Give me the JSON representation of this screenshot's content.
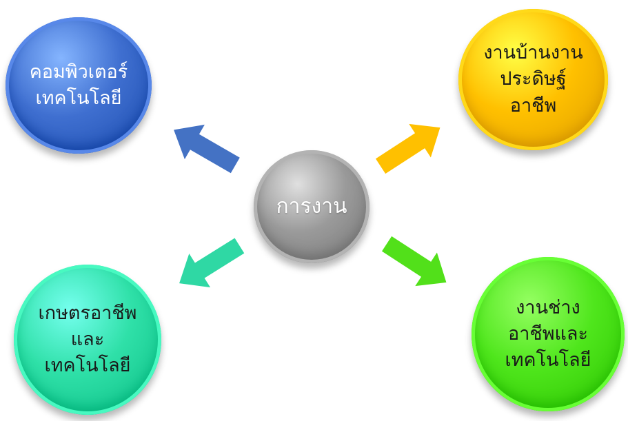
{
  "diagram": {
    "center": {
      "label": "การงาน",
      "color": "#9a9a9a"
    },
    "branches": [
      {
        "id": "computer",
        "label": "คอมพิวเตอร์\nเทคโนโลยี",
        "color": "#3f6fd0",
        "arrow_color": "#4472c4"
      },
      {
        "id": "home",
        "label": "งานบ้านงาน\nประดิษฐ์\nอาชีพ",
        "color": "#ffc000",
        "arrow_color": "#ffc000"
      },
      {
        "id": "agriculture",
        "label": "เกษตรอาชีพ\nและ\nเทคโนโลยี",
        "color": "#2fe0a8",
        "arrow_color": "#2fd8a4"
      },
      {
        "id": "craft",
        "label": "งานช่าง\nอาชีพและ\nเทคโนโลยี",
        "color": "#4fe61c",
        "arrow_color": "#52e01a"
      }
    ]
  }
}
